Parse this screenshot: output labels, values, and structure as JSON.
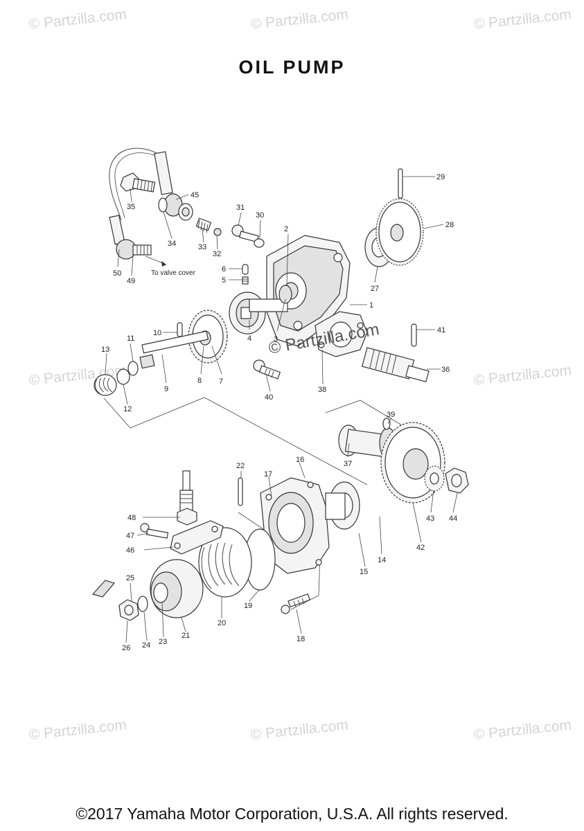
{
  "title": "OIL PUMP",
  "footer": "©2017 Yamaha Motor Corporation, U.S.A. All rights reserved.",
  "watermark": "© Partzilla.com",
  "center_watermark": "© Partzilla.com",
  "note": "To valve cover",
  "callouts": [
    {
      "id": "c1",
      "label": "1"
    },
    {
      "id": "c2",
      "label": "2"
    },
    {
      "id": "c3",
      "label": "3"
    },
    {
      "id": "c4",
      "label": "4"
    },
    {
      "id": "c5",
      "label": "5"
    },
    {
      "id": "c6",
      "label": "6"
    },
    {
      "id": "c7",
      "label": "7"
    },
    {
      "id": "c8",
      "label": "8"
    },
    {
      "id": "c9",
      "label": "9"
    },
    {
      "id": "c10",
      "label": "10"
    },
    {
      "id": "c11",
      "label": "11"
    },
    {
      "id": "c12",
      "label": "12"
    },
    {
      "id": "c13",
      "label": "13"
    },
    {
      "id": "c14",
      "label": "14"
    },
    {
      "id": "c15",
      "label": "15"
    },
    {
      "id": "c16",
      "label": "16"
    },
    {
      "id": "c17",
      "label": "17"
    },
    {
      "id": "c18",
      "label": "18"
    },
    {
      "id": "c19",
      "label": "19"
    },
    {
      "id": "c20",
      "label": "20"
    },
    {
      "id": "c21",
      "label": "21"
    },
    {
      "id": "c22",
      "label": "22"
    },
    {
      "id": "c23",
      "label": "23"
    },
    {
      "id": "c24",
      "label": "24"
    },
    {
      "id": "c25",
      "label": "25"
    },
    {
      "id": "c26",
      "label": "26"
    },
    {
      "id": "c27",
      "label": "27"
    },
    {
      "id": "c28",
      "label": "28"
    },
    {
      "id": "c29",
      "label": "29"
    },
    {
      "id": "c30",
      "label": "30"
    },
    {
      "id": "c31",
      "label": "31"
    },
    {
      "id": "c32",
      "label": "32"
    },
    {
      "id": "c33",
      "label": "33"
    },
    {
      "id": "c34",
      "label": "34"
    },
    {
      "id": "c35",
      "label": "35"
    },
    {
      "id": "c36",
      "label": "36"
    },
    {
      "id": "c37",
      "label": "37"
    },
    {
      "id": "c38",
      "label": "38"
    },
    {
      "id": "c39",
      "label": "39"
    },
    {
      "id": "c40",
      "label": "40"
    },
    {
      "id": "c41",
      "label": "41"
    },
    {
      "id": "c42",
      "label": "42"
    },
    {
      "id": "c43",
      "label": "43"
    },
    {
      "id": "c44",
      "label": "44"
    },
    {
      "id": "c45",
      "label": "45"
    },
    {
      "id": "c46",
      "label": "46"
    },
    {
      "id": "c47",
      "label": "47"
    },
    {
      "id": "c48",
      "label": "48"
    },
    {
      "id": "c49",
      "label": "49"
    },
    {
      "id": "c50",
      "label": "50"
    }
  ]
}
